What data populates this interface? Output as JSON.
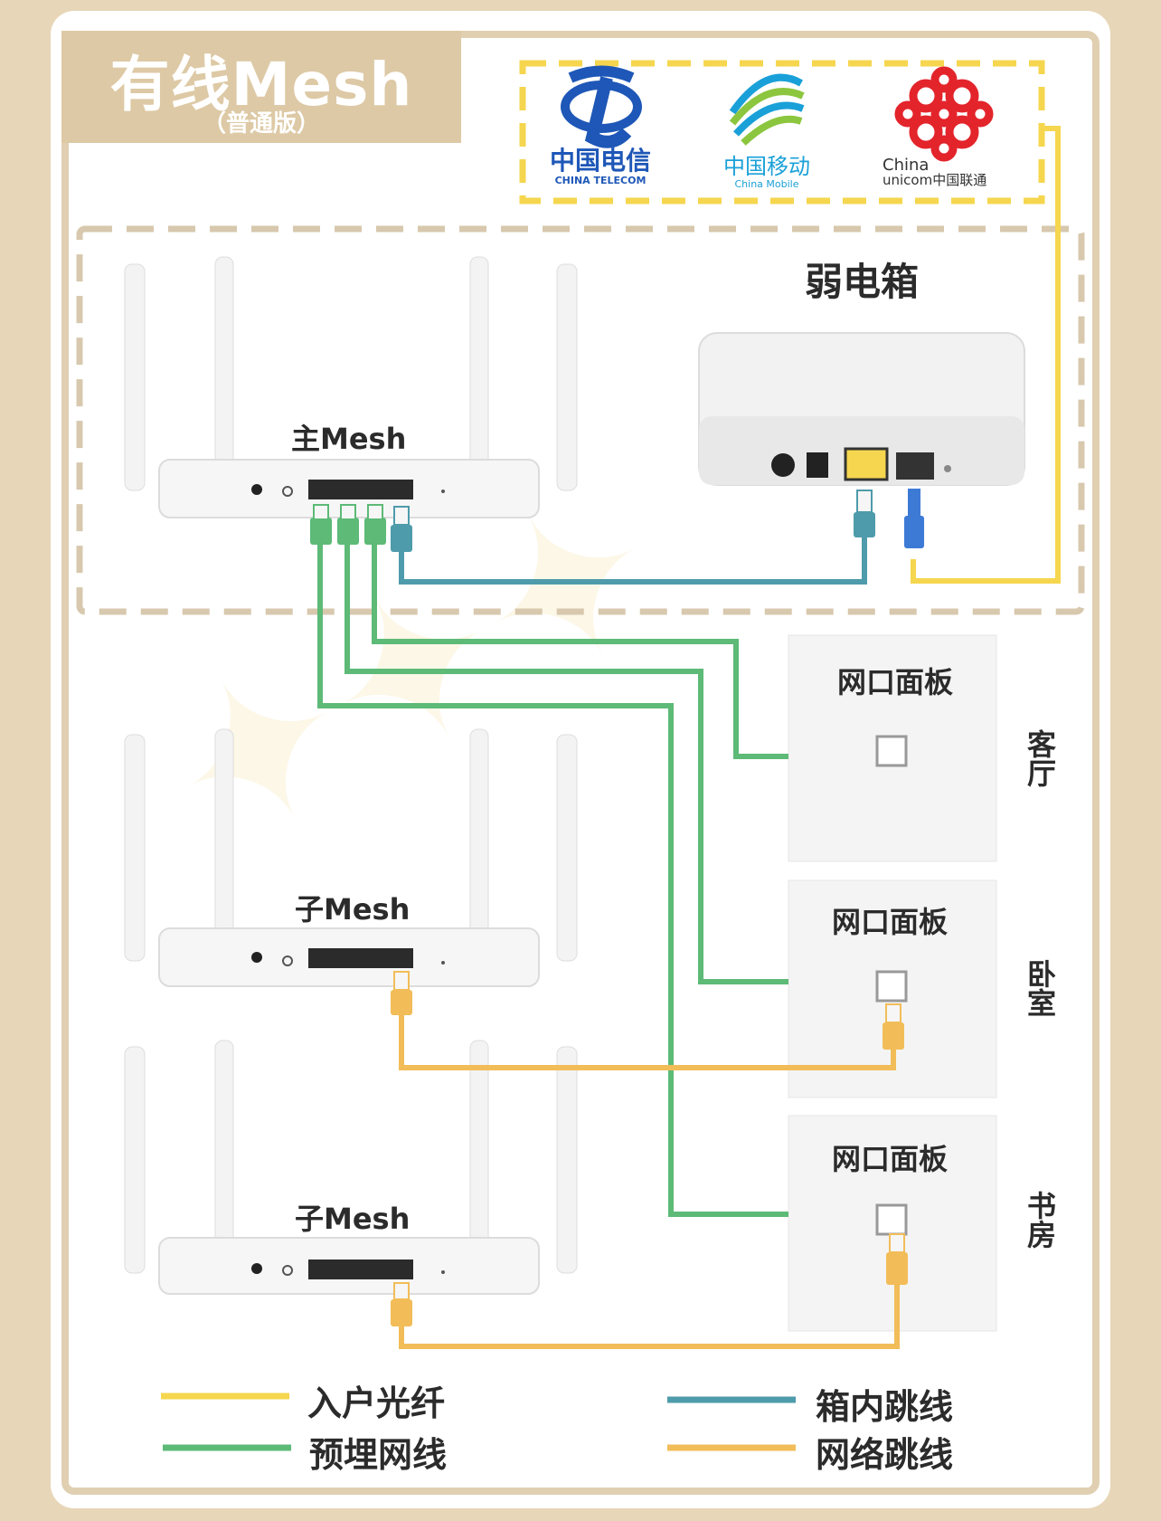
{
  "title": "有线Mesh",
  "subtitle": "（普通版）",
  "isps": [
    {
      "name": "中国电信",
      "sub": "CHINA TELECOM"
    },
    {
      "name": "中国移动",
      "sub": "China Mobile"
    },
    {
      "name_a": "China",
      "name_b": "unicom中国联通"
    }
  ],
  "weak_box_label": "弱电箱",
  "main_mesh_label": "主Mesh",
  "sub_mesh_label_1": "子Mesh",
  "sub_mesh_label_2": "子Mesh",
  "panels": [
    {
      "title": "网口面板",
      "room": "客厅"
    },
    {
      "title": "网口面板",
      "room": "卧室"
    },
    {
      "title": "网口面板",
      "room": "书房"
    }
  ],
  "legend": [
    {
      "label": "入户光纤",
      "color": "#f5d64e"
    },
    {
      "label": "箱内跳线",
      "color": "#4e9bab"
    },
    {
      "label": "预埋网线",
      "color": "#5dba77"
    },
    {
      "label": "网络跳线",
      "color": "#f2bd58"
    }
  ],
  "colors": {
    "fiber": "#f5d64e",
    "box_jumper": "#4e9bab",
    "embedded": "#5dba77",
    "jumper": "#f2bd58",
    "frame": "#ddc9a5",
    "dash": "#d7c8ae"
  }
}
